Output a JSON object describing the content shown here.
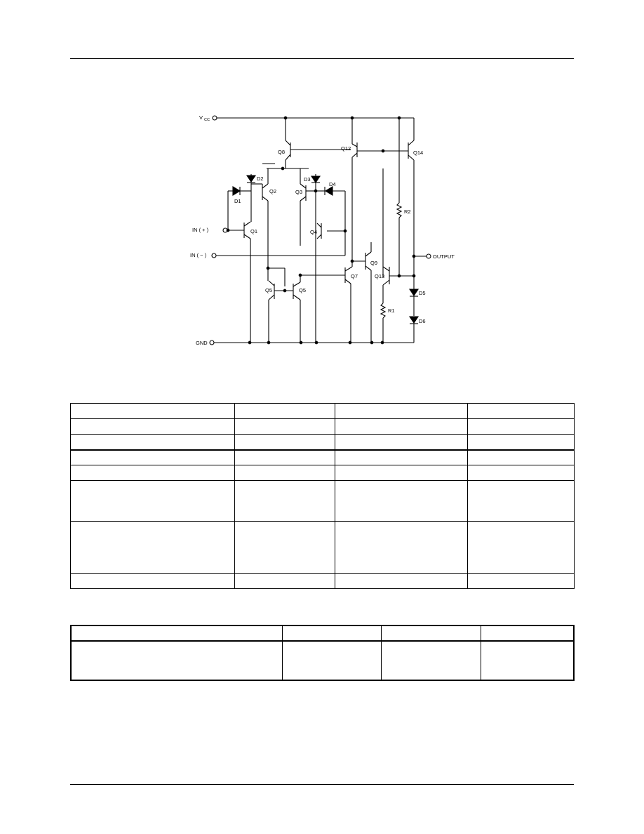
{
  "schematic": {
    "terminals": {
      "vcc": "V",
      "vcc_sub": "CC",
      "in_plus": "IN ( + )",
      "in_minus": "IN ( − )",
      "output": "OUTPUT",
      "gnd": "GND"
    },
    "transistors": {
      "q1": "Q1",
      "q2": "Q2",
      "q3": "Q3",
      "q4": "Q4",
      "q5": "Q5",
      "q6": "Q5",
      "q7": "Q7",
      "q8": "Q8",
      "q9": "Q9",
      "q12": "Q12",
      "q13": "Q13",
      "q14": "Q14"
    },
    "diodes": {
      "d1": "D1",
      "d2": "D2",
      "d3": "D3",
      "d4": "D4",
      "d5": "D5",
      "d6": "D6"
    },
    "resistors": {
      "r1": "R1",
      "r2": "R2"
    }
  }
}
